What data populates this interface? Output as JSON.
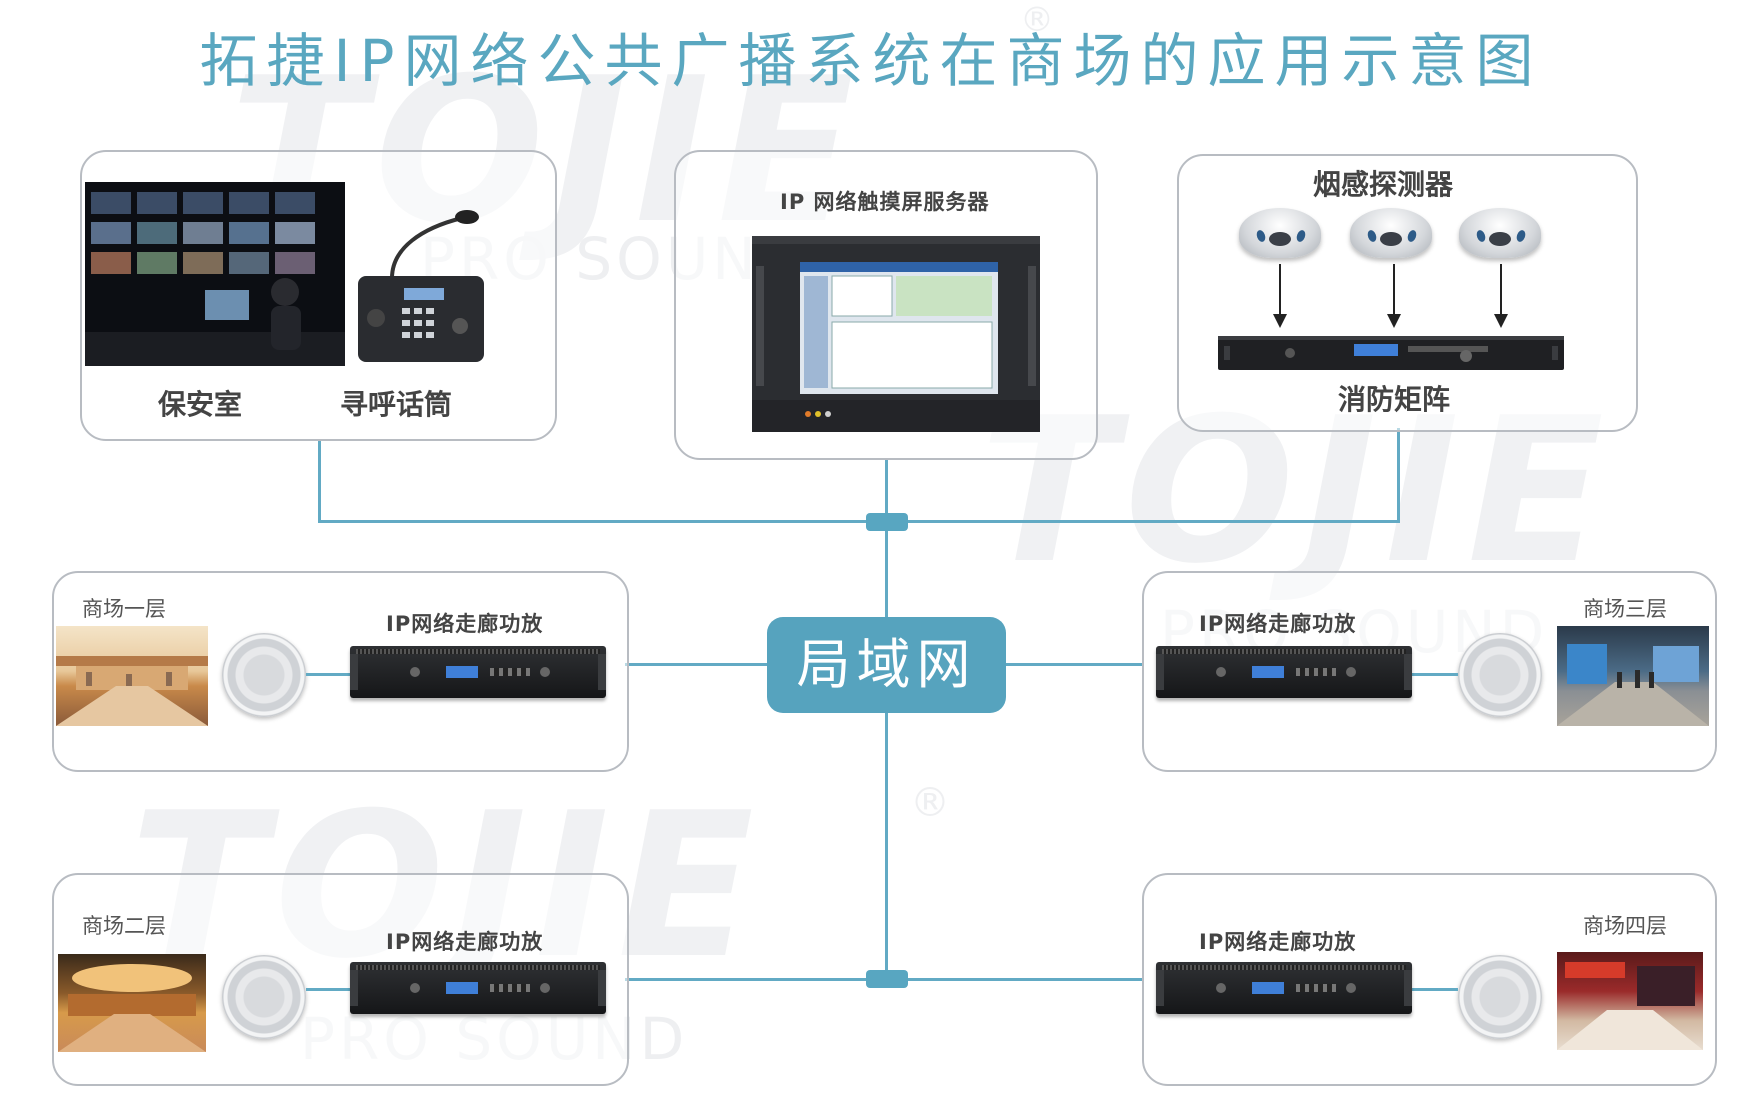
{
  "title": "拓捷IP网络公共广播系统在商场的应用示意图",
  "watermark": {
    "logo": "TOJIE",
    "tagline": "PRO SOUND",
    "registered": "®"
  },
  "center": {
    "label": "局域网"
  },
  "top_left": {
    "label_security": "保安室",
    "label_paging": "寻呼话筒"
  },
  "top_center": {
    "label_server": "IP 网络触摸屏服务器"
  },
  "top_right": {
    "label_smoke": "烟感探测器",
    "label_matrix": "消防矩阵"
  },
  "floors": {
    "f1": {
      "label": "商场一层",
      "amp": "IP网络走廊功放"
    },
    "f2": {
      "label": "商场二层",
      "amp": "IP网络走廊功放"
    },
    "f3": {
      "label": "商场三层",
      "amp": "IP网络走廊功放"
    },
    "f4": {
      "label": "商场四层",
      "amp": "IP网络走廊功放"
    }
  },
  "colors": {
    "accent": "#56a3be",
    "line": "#62aac4",
    "title": "#5aa7c0",
    "border": "#b8bcc2"
  }
}
